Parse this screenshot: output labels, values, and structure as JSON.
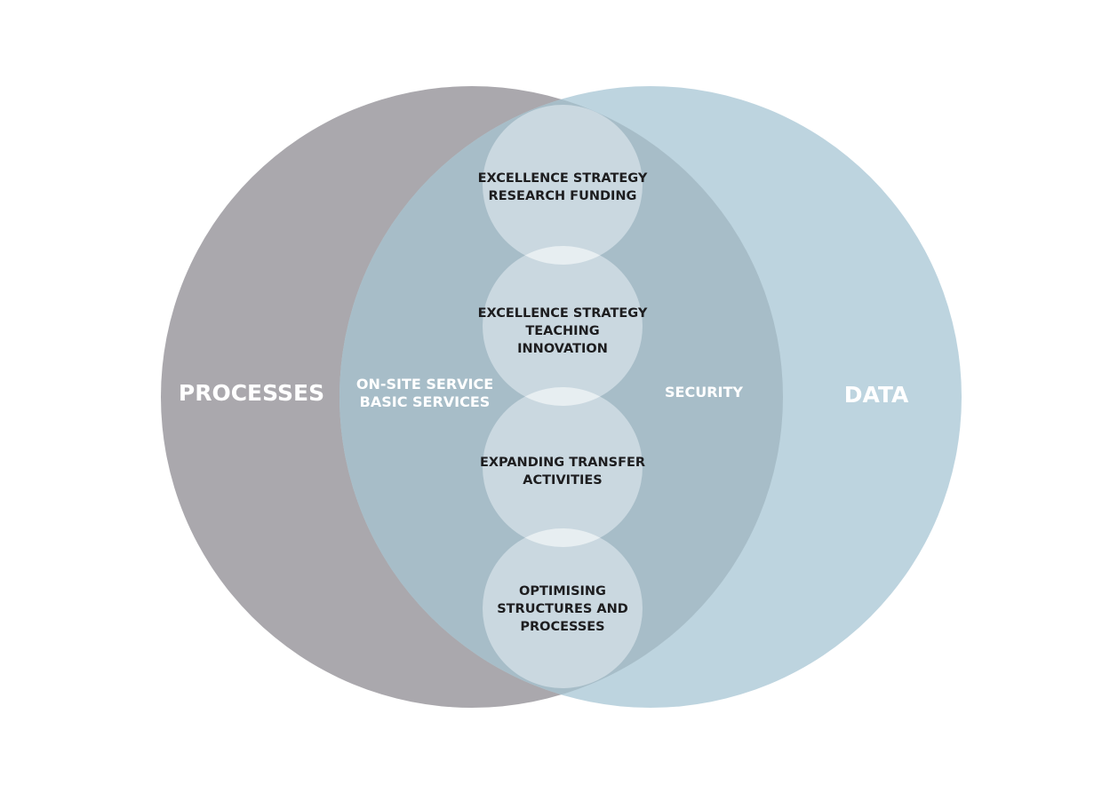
{
  "diagram": {
    "colors": {
      "processes_circle": "#aaa8ad",
      "data_circle": "#bdd4df",
      "overlap": "#a7bdc8",
      "inner_circle": "#cad8e0",
      "inner_overlap": "#e7eef1",
      "light_text": "#ffffff",
      "dark_text": "#1d1d1f"
    },
    "processes": {
      "label": "PROCESSES"
    },
    "data": {
      "label": "DATA"
    },
    "overlap_left": {
      "lines": [
        "ON-SITE SERVICE",
        "BASIC SERVICES"
      ]
    },
    "overlap_right": {
      "label": "SECURITY"
    },
    "center_items": [
      {
        "lines": [
          "EXCELLENCE STRATEGY",
          "RESEARCH FUNDING"
        ]
      },
      {
        "lines": [
          "EXCELLENCE STRATEGY",
          "TEACHING",
          "INNOVATION"
        ]
      },
      {
        "lines": [
          "EXPANDING TRANSFER",
          "ACTIVITIES"
        ]
      },
      {
        "lines": [
          "OPTIMISING",
          "STRUCTURES AND",
          "PROCESSES"
        ]
      }
    ]
  }
}
